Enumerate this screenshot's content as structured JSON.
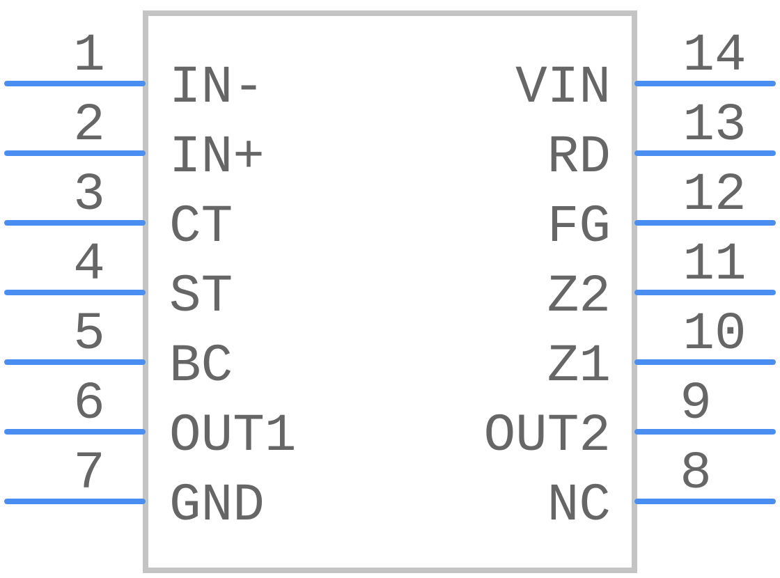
{
  "diagram": {
    "left_pins": [
      {
        "number": "1",
        "name": "IN-"
      },
      {
        "number": "2",
        "name": "IN+"
      },
      {
        "number": "3",
        "name": "CT"
      },
      {
        "number": "4",
        "name": "ST"
      },
      {
        "number": "5",
        "name": "BC"
      },
      {
        "number": "6",
        "name": "OUT1"
      },
      {
        "number": "7",
        "name": "GND"
      }
    ],
    "right_pins": [
      {
        "number": "14",
        "name": "VIN"
      },
      {
        "number": "13",
        "name": "RD"
      },
      {
        "number": "12",
        "name": "FG"
      },
      {
        "number": "11",
        "name": "Z2"
      },
      {
        "number": "10",
        "name": "Z1"
      },
      {
        "number": "9",
        "name": "OUT2"
      },
      {
        "number": "8",
        "name": "NC"
      }
    ],
    "colors": {
      "pin": "#4a8ef2",
      "body": "#c4c4c4",
      "text": "#666666"
    }
  }
}
